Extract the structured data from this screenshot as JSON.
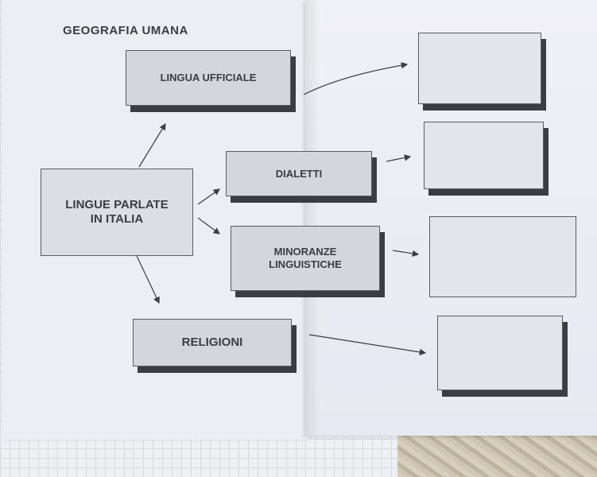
{
  "worksheet": {
    "title": "GEOGRAFIA UMANA",
    "center_box": "LINGUE PARLATE\nIN ITALIA",
    "boxes": {
      "lingua_ufficiale": "LINGUA UFFICIALE",
      "dialetti": "DIALETTI",
      "minoranze": "MINORANZE\nLINGUISTICHE",
      "religioni": "RELIGIONI"
    }
  },
  "colors": {
    "paper": "#eceef4",
    "box_fill": "#d4d6dc",
    "box_shadow": "#3c3d42",
    "text": "#3b3d44"
  }
}
